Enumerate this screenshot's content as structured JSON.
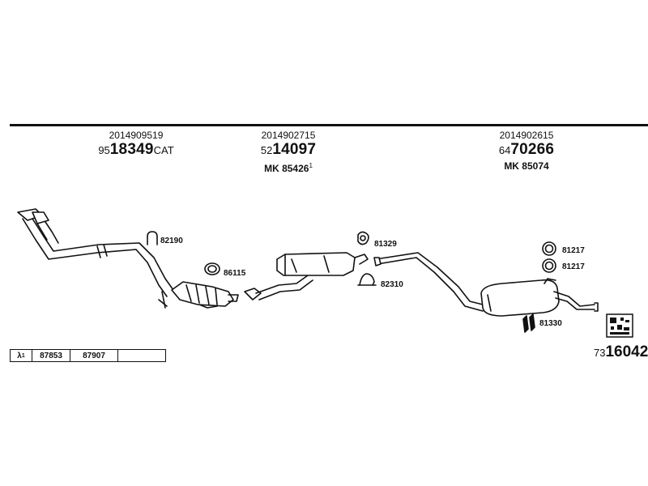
{
  "headers": [
    {
      "oe": "2014909519",
      "prefix": "95",
      "main": "18349",
      "suffix": "CAT",
      "mk": "",
      "mk_sup": ""
    },
    {
      "oe": "2014902715",
      "prefix": "52",
      "main": "14097",
      "suffix": "",
      "mk": "MK  85426",
      "mk_sup": "1"
    },
    {
      "oe": "2014902615",
      "prefix": "64",
      "main": "70266",
      "suffix": "",
      "mk": "MK  85074",
      "mk_sup": ""
    }
  ],
  "part_labels": {
    "clamp_82190": "82190",
    "ring_86115": "86115",
    "hanger_81329": "81329",
    "clamp_82310": "82310",
    "ring_81217_a": "81217",
    "ring_81217_b": "81217",
    "mount_81330": "81330"
  },
  "legend": {
    "symbol": "λ",
    "symbol_sup": "1",
    "cells": [
      "87853",
      "87907",
      ""
    ]
  },
  "sheet": {
    "prefix": "73",
    "main": "16042"
  },
  "colors": {
    "ink": "#111111",
    "background": "#ffffff"
  }
}
